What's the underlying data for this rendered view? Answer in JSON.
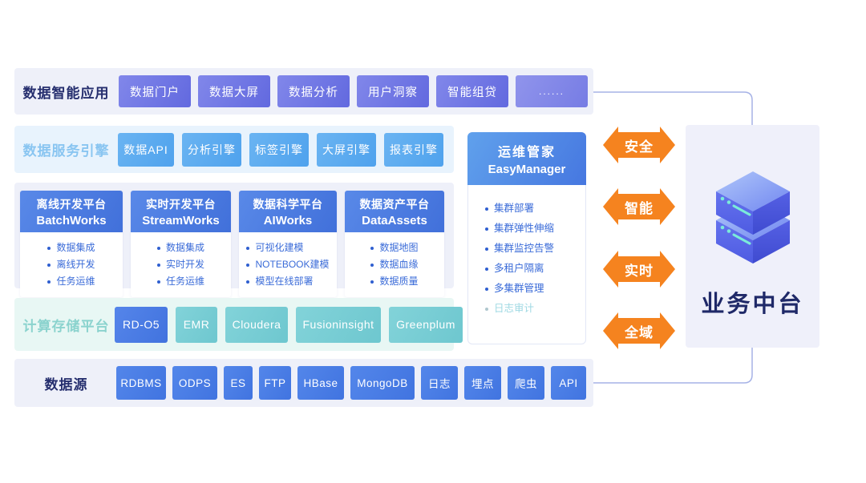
{
  "layers": {
    "apps": {
      "label": "数据智能应用",
      "items": [
        "数据门户",
        "数据大屏",
        "数据分析",
        "用户洞察",
        "智能组贷",
        "......"
      ]
    },
    "engines": {
      "label": "数据服务引擎",
      "items": [
        "数据API",
        "分析引擎",
        "标签引擎",
        "大屏引擎",
        "报表引擎"
      ]
    },
    "platforms": {
      "cards": [
        {
          "title_cn": "离线开发平台",
          "title_en": "BatchWorks",
          "bullets": [
            "数据集成",
            "离线开发",
            "任务运维"
          ]
        },
        {
          "title_cn": "实时开发平台",
          "title_en": "StreamWorks",
          "bullets": [
            "数据集成",
            "实时开发",
            "任务运维"
          ]
        },
        {
          "title_cn": "数据科学平台",
          "title_en": "AIWorks",
          "bullets": [
            "可视化建模",
            "NOTEBOOK建模",
            "模型在线部署"
          ]
        },
        {
          "title_cn": "数据资产平台",
          "title_en": "DataAssets",
          "bullets": [
            "数据地图",
            "数据血缘",
            "数据质量"
          ]
        }
      ]
    },
    "storage": {
      "label": "计算存储平台",
      "items": [
        "RD-O5",
        "EMR",
        "Cloudera",
        "Fusioninsight",
        "Greenplum"
      ]
    },
    "sources": {
      "label": "数据源",
      "items": [
        "RDBMS",
        "ODPS",
        "ES",
        "FTP",
        "HBase",
        "MongoDB",
        "日志",
        "埋点",
        "爬虫",
        "API"
      ]
    }
  },
  "easymanager": {
    "title_cn": "运维管家",
    "title_en": "EasyManager",
    "bullets": [
      "集群部署",
      "集群弹性伸缩",
      "集群监控告警",
      "多租户隔离",
      "多集群管理",
      "日志审计"
    ]
  },
  "arrows": {
    "a0": "安全",
    "a1": "智能",
    "a2": "实时",
    "a3": "全域"
  },
  "target": {
    "label": "业务中台",
    "icon": "server-stack-icon"
  },
  "colors": {
    "accent_orange": "#F5831F",
    "app_chip": "#6E76E3",
    "engine_chip": "#5AAAEF",
    "platform_header": "#4C7EDE",
    "storage_chip": "#78CED5",
    "storage_highlight": "#4C7FE8",
    "source_chip": "#4A7FE6",
    "navy_text": "#252E6E",
    "bullet_blue": "#3A6BD8",
    "muted_cyan": "#9FD9E3",
    "row_lavender": "#EEF0F9",
    "row_lightblue": "#E8F3FD",
    "row_mint": "#E8F7F4",
    "connector": "#A6B2E6",
    "target_bg": "#EFF0FA"
  }
}
